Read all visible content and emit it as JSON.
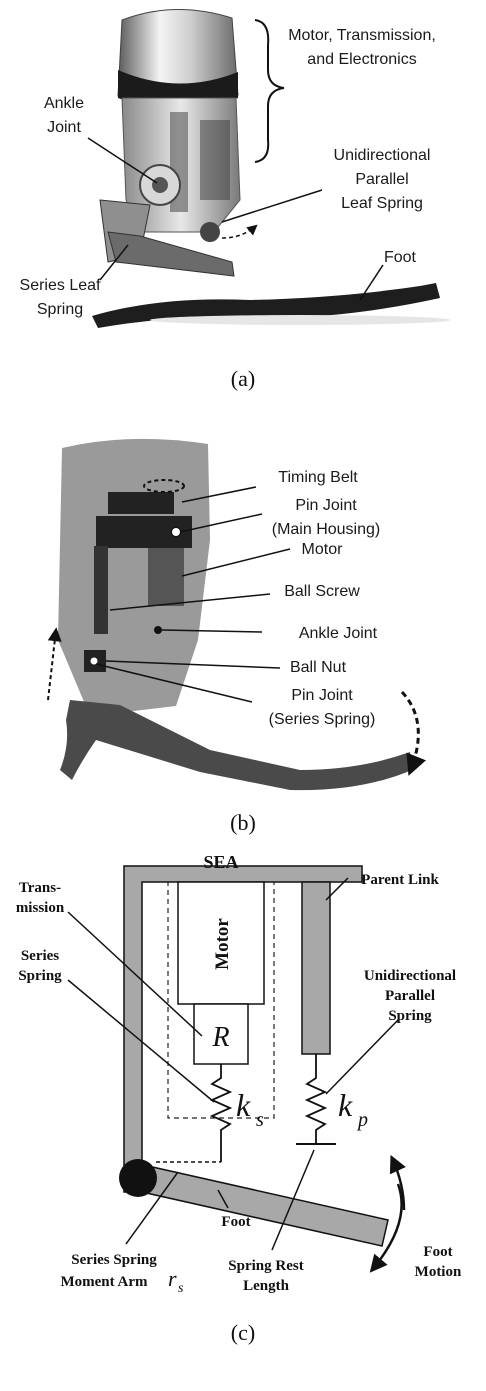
{
  "panel_a": {
    "labels": {
      "motor_l1": "Motor, Transmission,",
      "motor_l2": "and Electronics",
      "ankle_l1": "Ankle",
      "ankle_l2": "Joint",
      "uni_l1": "Unidirectional",
      "uni_l2": "Parallel",
      "uni_l3": "Leaf Spring",
      "series_l1": "Series Leaf",
      "series_l2": "Spring",
      "foot": "Foot"
    },
    "caption": "(a)"
  },
  "panel_b": {
    "labels": {
      "timing_belt": "Timing Belt",
      "pin_main_l1": "Pin Joint",
      "pin_main_l2": "(Main Housing)",
      "motor": "Motor",
      "ball_screw": "Ball Screw",
      "ankle_joint": "Ankle Joint",
      "ball_nut": "Ball Nut",
      "pin_series_l1": "Pin Joint",
      "pin_series_l2": "(Series Spring)"
    },
    "caption": "(b)"
  },
  "panel_c": {
    "labels": {
      "sea": "SEA",
      "parent_link": "Parent Link",
      "trans_l1": "Trans-",
      "trans_l2": "mission",
      "series_l1": "Series",
      "series_l2": "Spring",
      "motor": "Motor",
      "r": "R",
      "uni_l1": "Unidirectional",
      "uni_l2": "Parallel",
      "uni_l3": "Spring",
      "ks_k": "k",
      "ks_sub": "s",
      "kp_k": "k",
      "kp_sub": "p",
      "foot": "Foot",
      "arm_l1": "Series Spring",
      "arm_l2": "Moment Arm",
      "rs_r": "r",
      "rs_sub": "s",
      "rest_l1": "Spring Rest",
      "rest_l2": "Length",
      "motion_l1": "Foot",
      "motion_l2": "Motion"
    },
    "caption": "(c)"
  }
}
